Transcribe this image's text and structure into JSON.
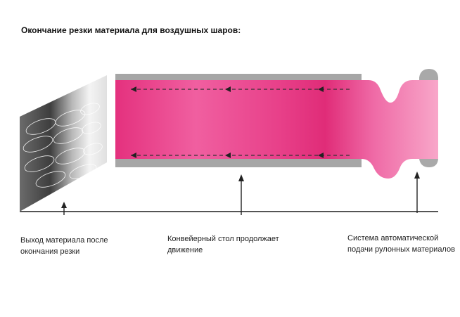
{
  "title": "Окончание резки материала для воздушных шаров:",
  "captions": {
    "exit": {
      "line1": "Выход материала после",
      "line2": "окончания резки"
    },
    "conveyor": {
      "line1": "Конвейерный стол продолжает",
      "line2": "движение"
    },
    "feeder": {
      "line1": "Система автоматической",
      "line2": "подачи рулонных материалов"
    }
  },
  "colors": {
    "material_pink": "#e8327f",
    "conveyor_gray": "#a6a6a6",
    "arrow_dark": "#333333"
  }
}
